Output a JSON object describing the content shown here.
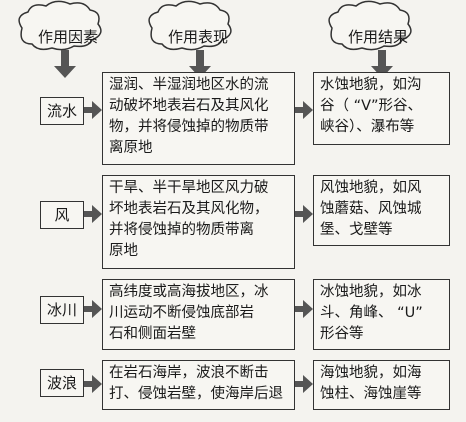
{
  "headers": {
    "factor": "作用因素",
    "process": "作用表现",
    "result": "作用结果"
  },
  "rows": [
    {
      "factor": "流水",
      "process": "湿润、半湿润地区水的流\n动破坏地表岩石及其风化\n物，并将侵蚀掉的物质带\n离原地",
      "result": "水蚀地貌，如沟\n谷（  “V”形谷、\n峡谷）、瀑布等"
    },
    {
      "factor": "风",
      "process": "干旱、半干旱地区风力破\n坏地表岩石及其风化物，\n并将侵蚀掉的物质带离\n原地",
      "result": "风蚀地貌，如风\n蚀蘑菇、风蚀城\n堡、戈壁等"
    },
    {
      "factor": "冰川",
      "process": "高纬度或高海拔地区，冰\n川运动不断侵蚀底部岩\n石和侧面岩壁",
      "result": "冰蚀地貌，如冰\n斗、角峰、 “U”\n形谷等"
    },
    {
      "factor": "波浪",
      "process": "在岩石海岸，波浪不断击\n打、侵蚀岩壁，使海岸后退",
      "result": "海蚀地貌，如海\n蚀柱、海蚀崖等"
    }
  ],
  "colors": {
    "arrow": "#4d4d4d",
    "border": "#333333"
  }
}
